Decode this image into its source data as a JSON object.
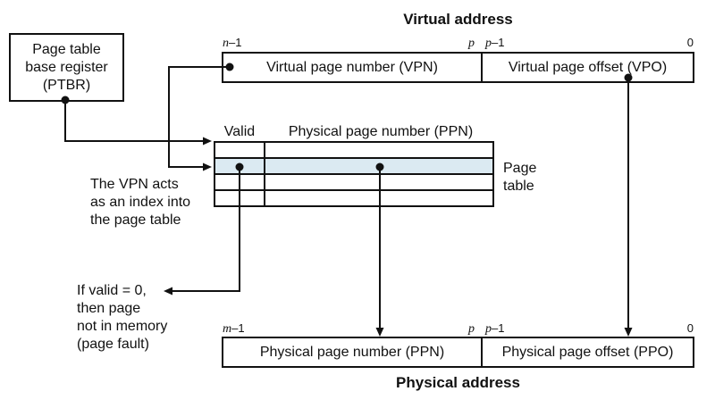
{
  "titles": {
    "virtual": "Virtual address",
    "physical": "Physical address"
  },
  "ptbr_box": {
    "line1": "Page table",
    "line2": "base register",
    "line3": "(PTBR)"
  },
  "virtual_address": {
    "bit_msb": {
      "i": "n",
      "num": "–1"
    },
    "bit_p": {
      "i": "p",
      "num": ""
    },
    "bit_p1": {
      "i": "p",
      "num": "–1"
    },
    "bit_lsb": {
      "i": "",
      "num": "0"
    },
    "vpn_label": "Virtual page number (VPN)",
    "vpo_label": "Virtual page offset (VPO)"
  },
  "page_table": {
    "header_valid": "Valid",
    "header_ppn": "Physical page number (PPN)",
    "side_label_line1": "Page",
    "side_label_line2": "table",
    "row_count": 4,
    "highlight_row_index": 1,
    "highlight_color": "#dbeaf2"
  },
  "annotations": {
    "vpn_index_line1": "The VPN acts",
    "vpn_index_line2": "as an index into",
    "vpn_index_line3": "the page table",
    "page_fault_line1": "If valid = 0,",
    "page_fault_line2": "then page",
    "page_fault_line3": "not in memory",
    "page_fault_line4": "(page fault)"
  },
  "physical_address": {
    "bit_msb": {
      "i": "m",
      "num": "–1"
    },
    "bit_p": {
      "i": "p",
      "num": ""
    },
    "bit_p1": {
      "i": "p",
      "num": "–1"
    },
    "bit_lsb": {
      "i": "",
      "num": "0"
    },
    "ppn_label": "Physical page number (PPN)",
    "ppo_label": "Physical page offset (PPO)"
  },
  "colors": {
    "line": "#111111",
    "highlight": "#dbeaf2",
    "background": "#ffffff"
  }
}
